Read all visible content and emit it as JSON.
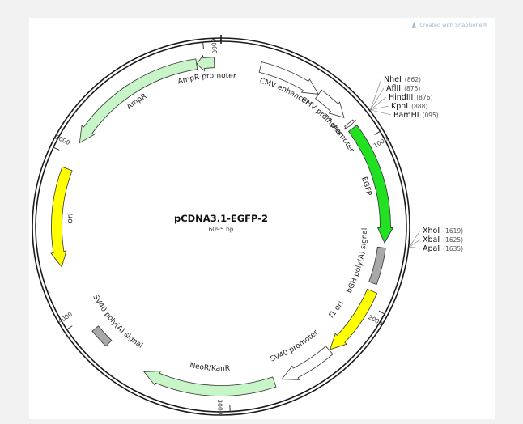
{
  "badge": {
    "text": "Created with SnapGene®",
    "icon": "snapgene-logo-icon"
  },
  "plasmid": {
    "name": "pCDNA3.1-EGFP-2",
    "size_label": "6095 bp",
    "length": 6095
  },
  "ticks": [
    {
      "pos": 1000,
      "label": "1000"
    },
    {
      "pos": 2000,
      "label": "2000"
    },
    {
      "pos": 3000,
      "label": "3000"
    },
    {
      "pos": 4000,
      "label": "4000"
    },
    {
      "pos": 5000,
      "label": "5000"
    },
    {
      "pos": 6000,
      "label": "6000"
    }
  ],
  "features": [
    {
      "id": "cmv-enhancer",
      "label": "CMV enhancer",
      "start": 235,
      "end": 615,
      "direction": 1,
      "shape": "arrow",
      "color": "#ffffff"
    },
    {
      "id": "cmv-promoter",
      "label": "CMV promoter",
      "start": 616,
      "end": 820,
      "direction": 1,
      "shape": "arrow",
      "color": "#ffffff"
    },
    {
      "id": "t7-promoter",
      "label": "T7 promoter",
      "start": 863,
      "end": 881,
      "direction": 1,
      "shape": "arrow",
      "color": "#ffffff"
    },
    {
      "id": "egfp",
      "label": "EGFP",
      "start": 902,
      "end": 1620,
      "direction": 1,
      "shape": "arrow",
      "color": "#22e022"
    },
    {
      "id": "bgh-polya",
      "label": "bGH poly(A) signal",
      "start": 1650,
      "end": 1870,
      "direction": 0,
      "shape": "box",
      "color": "#a8a8a8"
    },
    {
      "id": "f1-ori",
      "label": "f1 ori",
      "start": 1916,
      "end": 2344,
      "direction": 1,
      "shape": "arrow",
      "color": "#ffff00"
    },
    {
      "id": "sv40-promoter",
      "label": "SV40 promoter",
      "start": 2350,
      "end": 2680,
      "direction": 1,
      "shape": "arrow",
      "color": "#ffffff"
    },
    {
      "id": "neor-kanr",
      "label": "NeoR/KanR",
      "start": 2727,
      "end": 3521,
      "direction": 1,
      "shape": "arrow",
      "color": "#c8f5c8"
    },
    {
      "id": "sv40-polya",
      "label": "SV40 poly(A) signal",
      "start": 3790,
      "end": 3910,
      "direction": 0,
      "shape": "box",
      "color": "#a8a8a8"
    },
    {
      "id": "ori",
      "label": "ori",
      "start": 4330,
      "end": 4920,
      "direction": -1,
      "shape": "arrow",
      "color": "#ffff00"
    },
    {
      "id": "ampr",
      "label": "AmpR",
      "start": 5090,
      "end": 5950,
      "direction": -1,
      "shape": "arrow",
      "color": "#c8f5c8"
    },
    {
      "id": "ampr-promoter",
      "label": "AmpR promoter",
      "start": 5951,
      "end": 6055,
      "direction": -1,
      "shape": "arrow",
      "color": "#c8f5c8"
    }
  ],
  "site_groups": [
    {
      "id": "mcs-upstream",
      "anchor": 880,
      "sites": [
        {
          "name": "NheI",
          "pos_label": "(862)"
        },
        {
          "name": "AflII",
          "pos_label": "(875)"
        },
        {
          "name": "HindIII",
          "pos_label": "(876)"
        },
        {
          "name": "KpnI",
          "pos_label": "(888)"
        },
        {
          "name": "BamHI",
          "pos_label": "(095)"
        }
      ]
    },
    {
      "id": "mcs-downstream",
      "anchor": 1628,
      "sites": [
        {
          "name": "XhoI",
          "pos_label": "(1619)"
        },
        {
          "name": "XbaI",
          "pos_label": "(1625)"
        },
        {
          "name": "ApaI",
          "pos_label": "(1635)"
        }
      ]
    }
  ],
  "colors": {
    "backbone": "#1a1a1a",
    "outline": "#333333",
    "leader": "#777777"
  }
}
